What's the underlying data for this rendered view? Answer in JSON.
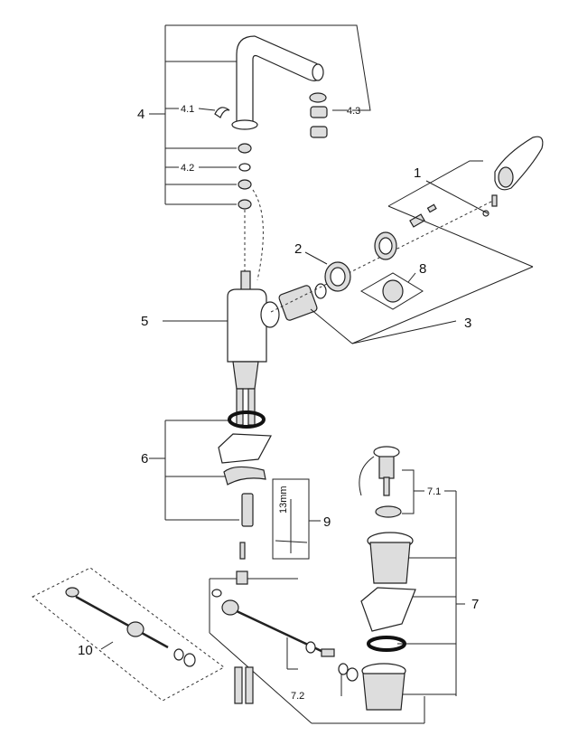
{
  "labels": {
    "p1": "1",
    "p2": "2",
    "p3": "3",
    "p4": "4",
    "p4_1": "4.1",
    "p4_2": "4.2",
    "p4_3": "4.3",
    "p5": "5",
    "p6": "6",
    "p7": "7",
    "p7_1": "7.1",
    "p7_2": "7.2",
    "p8": "8",
    "p9": "9",
    "p9_dim": "13mm",
    "p10": "10"
  }
}
